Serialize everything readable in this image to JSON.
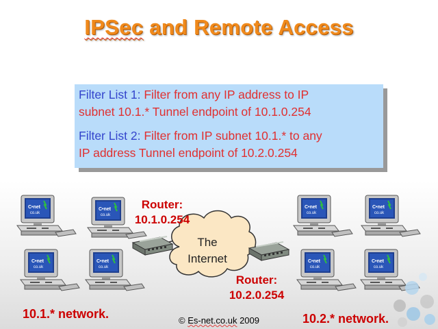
{
  "title": {
    "part1": "IPSec",
    "part2": " and Remote Access"
  },
  "filters": [
    {
      "label": "Filter List 1",
      "sep": ":  ",
      "text1": "Filter from any IP address to IP",
      "text2": "subnet 10.1.*  Tunnel endpoint of 10.1.0.254"
    },
    {
      "label": "Filter List 2",
      "sep": ": ",
      "text1": "Filter from IP subnet 10.1.* to any",
      "text2": "IP address  Tunnel endpoint of 10.2.0.254"
    }
  ],
  "routers": [
    {
      "line1": "Router:",
      "line2": "10.1.0.254"
    },
    {
      "line1": "Router:",
      "line2": "10.2.0.254"
    }
  ],
  "cloud": {
    "line1": "The",
    "line2": "Internet"
  },
  "networks": {
    "left": "10.1.* network.",
    "right": "10.2.* network."
  },
  "copyright": {
    "prefix": "© ",
    "brand": "Es-net.co.uk",
    "year": " 2009"
  },
  "screen_text": "C•net\nco.uk",
  "colors": {
    "title": "#f08a1c",
    "label": "#3344cc",
    "text": "#e03030",
    "router": "#cc0000",
    "box": "#b9dcfa"
  }
}
